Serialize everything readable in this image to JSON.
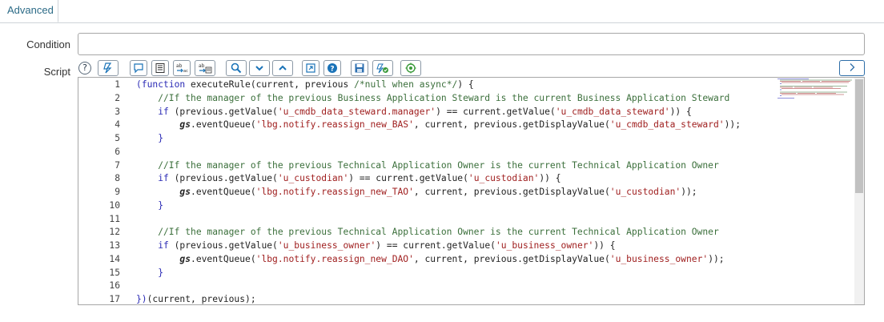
{
  "tabs": [
    {
      "label": "Advanced",
      "active": true
    }
  ],
  "form": {
    "condition_label": "Condition",
    "condition_value": "",
    "script_label": "Script"
  },
  "toolbar": {
    "buttons": [
      {
        "name": "help-icon"
      },
      {
        "name": "script-include-icon"
      },
      {
        "name": "toggle-comment-icon"
      },
      {
        "name": "format-code-icon"
      },
      {
        "name": "replace-icon"
      },
      {
        "name": "replace-all-icon"
      },
      {
        "name": "search-icon"
      },
      {
        "name": "find-next-icon"
      },
      {
        "name": "find-previous-icon"
      },
      {
        "name": "fullscreen-icon"
      },
      {
        "name": "help-question-icon"
      },
      {
        "name": "save-icon"
      },
      {
        "name": "syntax-check-icon"
      },
      {
        "name": "script-debugger-icon"
      },
      {
        "name": "expand-icon"
      }
    ]
  },
  "editor": {
    "lines": [
      {
        "num": "1",
        "segments": [
          {
            "t": "(",
            "c": "kw"
          },
          {
            "t": "function",
            "c": "kw"
          },
          {
            "t": " executeRule(current, previous ",
            "c": ""
          },
          {
            "t": "/*null when async*/",
            "c": "cm"
          },
          {
            "t": ") {",
            "c": ""
          }
        ]
      },
      {
        "num": "2",
        "segments": [
          {
            "t": "    //If the manager of the previous Business Application Steward is the current Business Application Steward",
            "c": "cm"
          }
        ]
      },
      {
        "num": "3",
        "segments": [
          {
            "t": "    ",
            "c": ""
          },
          {
            "t": "if",
            "c": "kw"
          },
          {
            "t": " (previous.getValue(",
            "c": ""
          },
          {
            "t": "'u_cmdb_data_steward.manager'",
            "c": "str"
          },
          {
            "t": ") == current.getValue(",
            "c": ""
          },
          {
            "t": "'u_cmdb_data_steward'",
            "c": "str"
          },
          {
            "t": ")) {",
            "c": ""
          }
        ]
      },
      {
        "num": "4",
        "segments": [
          {
            "t": "        ",
            "c": ""
          },
          {
            "t": "gs",
            "c": "gs"
          },
          {
            "t": ".eventQueue(",
            "c": ""
          },
          {
            "t": "'lbg.notify.reassign_new_BAS'",
            "c": "str"
          },
          {
            "t": ", current, previous.getDisplayValue(",
            "c": ""
          },
          {
            "t": "'u_cmdb_data_steward'",
            "c": "str"
          },
          {
            "t": "));",
            "c": ""
          }
        ]
      },
      {
        "num": "5",
        "segments": [
          {
            "t": "    }",
            "c": "kw"
          }
        ]
      },
      {
        "num": "6",
        "segments": [
          {
            "t": "",
            "c": ""
          }
        ]
      },
      {
        "num": "7",
        "segments": [
          {
            "t": "    //If the manager of the previous Technical Application Owner is the current Technical Application Owner",
            "c": "cm"
          }
        ]
      },
      {
        "num": "8",
        "segments": [
          {
            "t": "    ",
            "c": ""
          },
          {
            "t": "if",
            "c": "kw"
          },
          {
            "t": " (previous.getValue(",
            "c": ""
          },
          {
            "t": "'u_custodian'",
            "c": "str"
          },
          {
            "t": ") == current.getValue(",
            "c": ""
          },
          {
            "t": "'u_custodian'",
            "c": "str"
          },
          {
            "t": ")) {",
            "c": ""
          }
        ]
      },
      {
        "num": "9",
        "segments": [
          {
            "t": "        ",
            "c": ""
          },
          {
            "t": "gs",
            "c": "gs"
          },
          {
            "t": ".eventQueue(",
            "c": ""
          },
          {
            "t": "'lbg.notify.reassign_new_TAO'",
            "c": "str"
          },
          {
            "t": ", current, previous.getDisplayValue(",
            "c": ""
          },
          {
            "t": "'u_custodian'",
            "c": "str"
          },
          {
            "t": "));",
            "c": ""
          }
        ]
      },
      {
        "num": "10",
        "segments": [
          {
            "t": "    }",
            "c": "kw"
          }
        ]
      },
      {
        "num": "11",
        "segments": [
          {
            "t": "",
            "c": ""
          }
        ]
      },
      {
        "num": "12",
        "segments": [
          {
            "t": "    //If the manager of the previous Technical Application Owner is the current Technical Application Owner",
            "c": "cm"
          }
        ]
      },
      {
        "num": "13",
        "segments": [
          {
            "t": "    ",
            "c": ""
          },
          {
            "t": "if",
            "c": "kw"
          },
          {
            "t": " (previous.getValue(",
            "c": ""
          },
          {
            "t": "'u_business_owner'",
            "c": "str"
          },
          {
            "t": ") == current.getValue(",
            "c": ""
          },
          {
            "t": "'u_business_owner'",
            "c": "str"
          },
          {
            "t": ")) {",
            "c": ""
          }
        ]
      },
      {
        "num": "14",
        "segments": [
          {
            "t": "        ",
            "c": ""
          },
          {
            "t": "gs",
            "c": "gs"
          },
          {
            "t": ".eventQueue(",
            "c": ""
          },
          {
            "t": "'lbg.notify.reassign_new_DAO'",
            "c": "str"
          },
          {
            "t": ", current, previous.getDisplayValue(",
            "c": ""
          },
          {
            "t": "'u_business_owner'",
            "c": "str"
          },
          {
            "t": "));",
            "c": ""
          }
        ]
      },
      {
        "num": "15",
        "segments": [
          {
            "t": "    }",
            "c": "kw"
          }
        ]
      },
      {
        "num": "16",
        "segments": [
          {
            "t": "",
            "c": ""
          }
        ]
      },
      {
        "num": "17",
        "segments": [
          {
            "t": "})",
            "c": "kw"
          },
          {
            "t": "(current, previous);",
            "c": ""
          }
        ]
      }
    ]
  },
  "colors": {
    "tab_text": "#2c6b87",
    "keyword": "#2a2ab5",
    "string": "#a02020",
    "comment": "#3b6f3b",
    "toolbar_icon": "#1a73b8",
    "save_icon": "#2d6fb0",
    "check_icon": "#3a9a3a"
  }
}
